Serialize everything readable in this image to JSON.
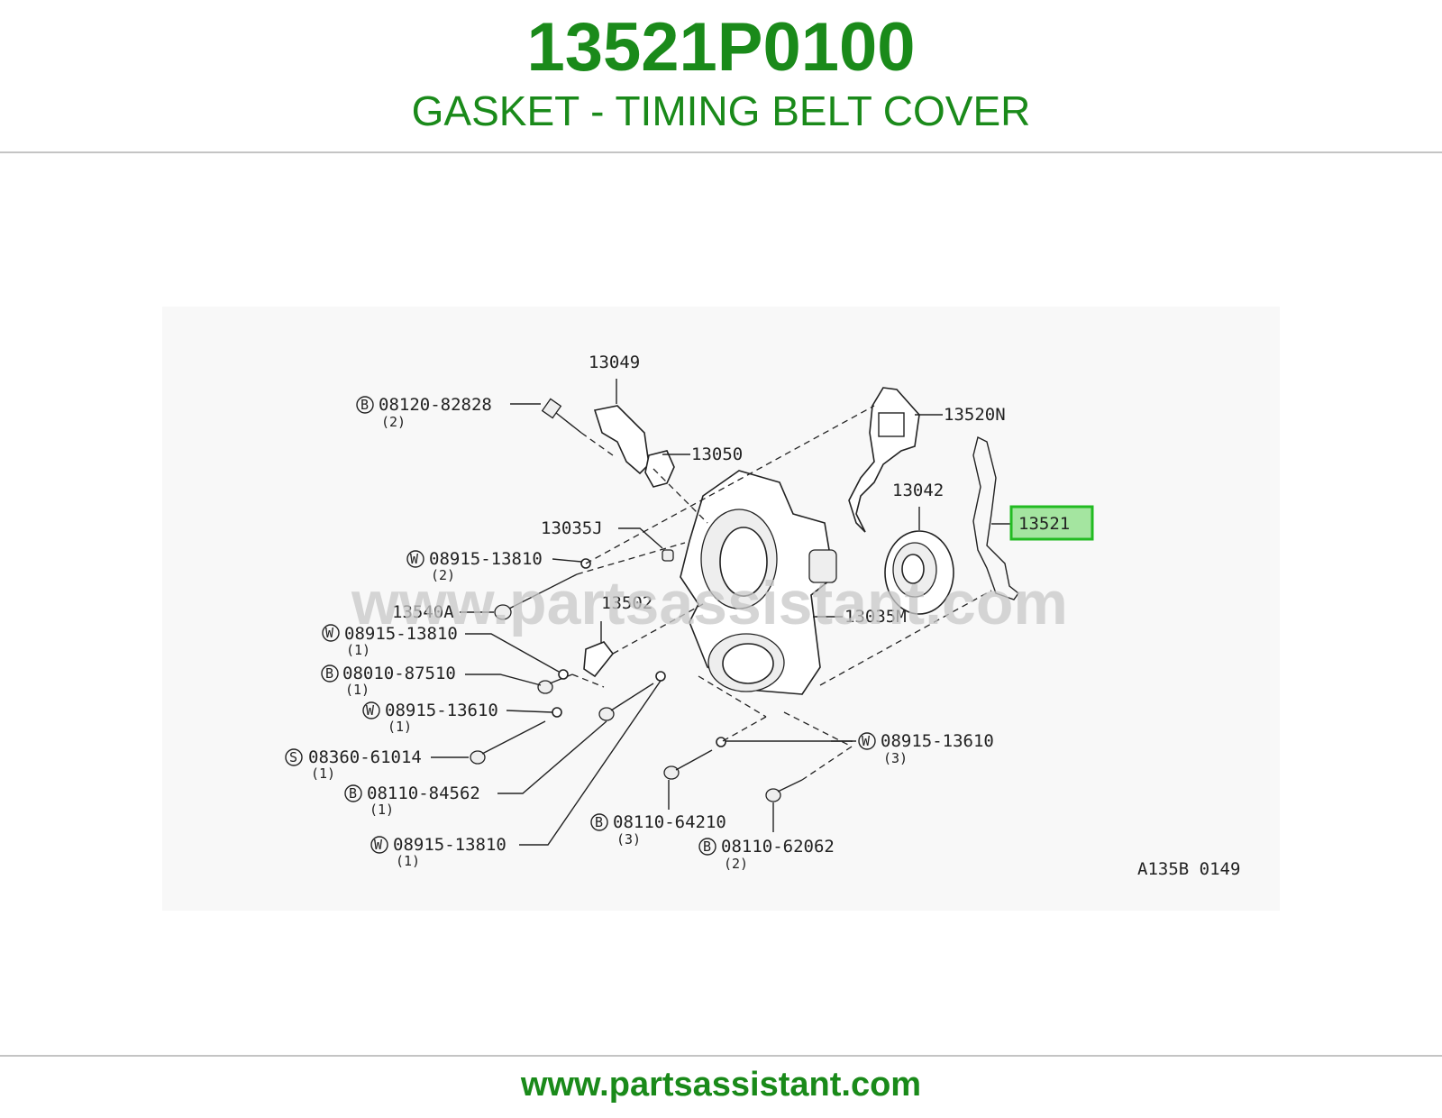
{
  "header": {
    "part_number": "13521P0100",
    "part_name": "GASKET - TIMING BELT COVER"
  },
  "diagram": {
    "highlighted": "13521",
    "highlight_color": "#22bb22",
    "watermark": "www.partsassistant.com",
    "drawing_code": "A135B 0149",
    "labels": {
      "l13049": "13049",
      "l13050": "13050",
      "l13520n": "13520N",
      "l13042": "13042",
      "l13521": "13521",
      "l13035j": "13035J",
      "l13502": "13502",
      "l13540a": "13540A",
      "l13035m": "13035M",
      "b_08120_82828": "08120-82828",
      "w_08915_13810_a": "08915-13810",
      "w_08915_13810_b": "08915-13810",
      "b_08010_87510": "08010-87510",
      "w_08915_13610_a": "08915-13610",
      "s_08360_61014": "08360-61014",
      "b_08110_84562": "08110-84562",
      "w_08915_13810_c": "08915-13810",
      "b_08110_64210": "08110-64210",
      "b_08110_62062": "08110-62062",
      "w_08915_13610_b": "08915-13610"
    },
    "prefixes": {
      "b": "B",
      "w": "W",
      "s": "S"
    },
    "quantities": {
      "q2a": "(2)",
      "q2b": "(2)",
      "q1a": "(1)",
      "q1b": "(1)",
      "q1c": "(1)",
      "q1d": "(1)",
      "q1e": "(1)",
      "q1f": "(1)",
      "q3a": "(3)",
      "q2c": "(2)",
      "q3b": "(3)"
    }
  },
  "footer": {
    "url": "www.partsassistant.com"
  }
}
